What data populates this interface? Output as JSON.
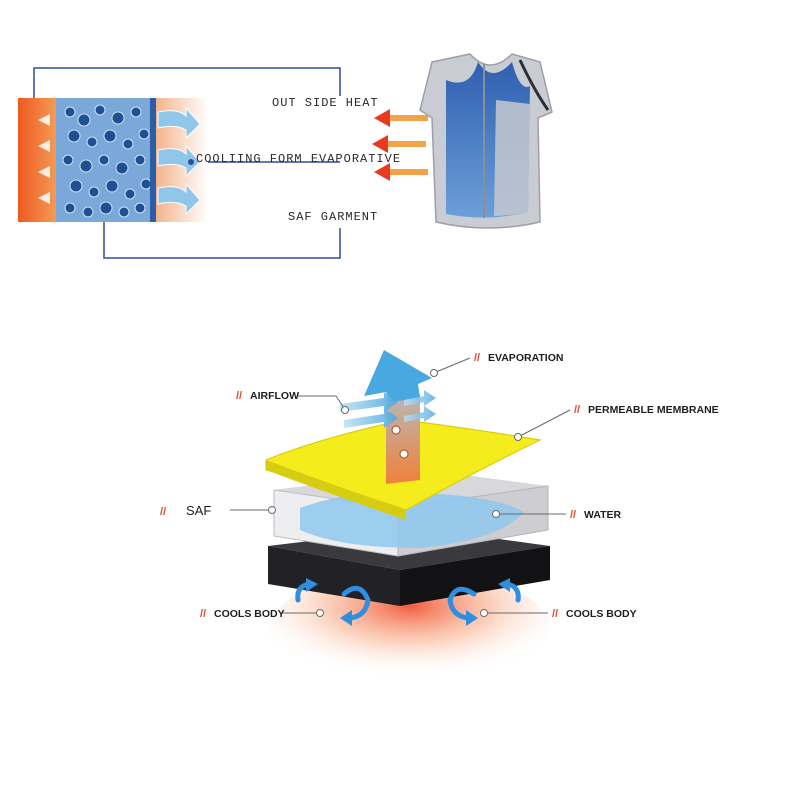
{
  "top_diagram": {
    "labels": {
      "outside_heat": "OUT SIDE HEAT",
      "cooling": "COOLIING FORM EVAPORATIVE",
      "saf_garment": "SAF  GARMENT"
    }
  },
  "bottom_diagram": {
    "marker": "//",
    "labels": {
      "evaporation": "EVAPORATION",
      "airflow": "AIRFLOW",
      "permeable_membrane": "PERMEABLE MEMBRANE",
      "saf": "SAF",
      "water": "WATER",
      "cools_body_left": "COOLS BODY",
      "cools_body_right": "COOLS BODY"
    }
  },
  "colors": {
    "heat_orange": "#f0652a",
    "fiber_blue": "#2a5fa8",
    "arrow_blue": "#4aa8e0",
    "membrane_yellow": "#f4ec1c",
    "slash_red": "#e8462a"
  }
}
